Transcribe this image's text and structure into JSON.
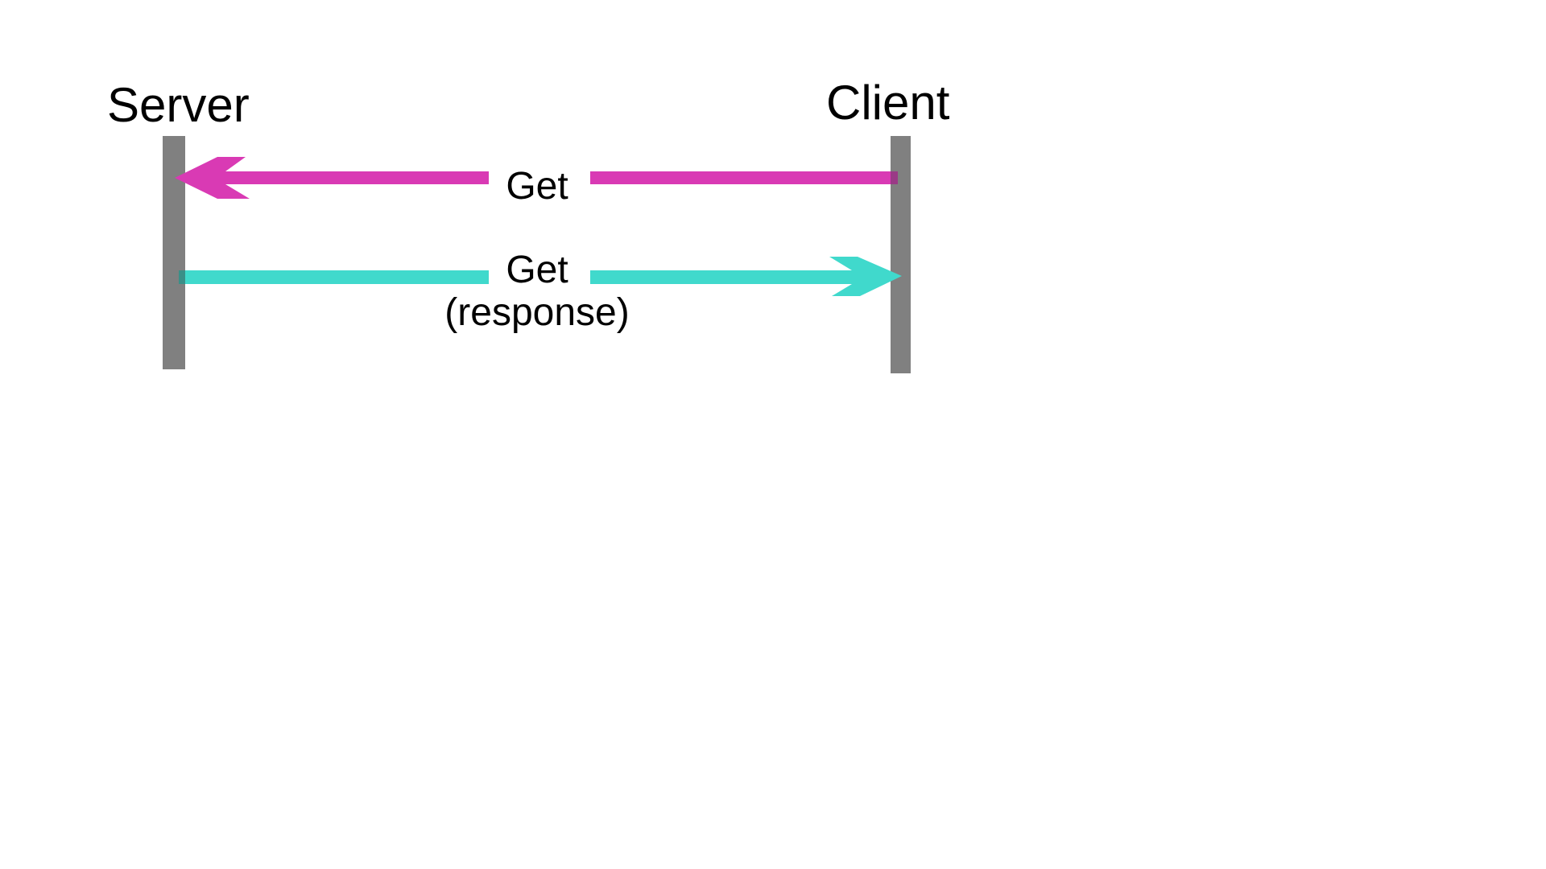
{
  "participants": {
    "server": "Server",
    "client": "Client"
  },
  "messages": [
    {
      "id": "get-request",
      "label": "Get",
      "from": "Client",
      "to": "Server",
      "color": "#d93ab4"
    },
    {
      "id": "get-response",
      "label_line1": "Get",
      "label_line2": "(response)",
      "from": "Server",
      "to": "Client",
      "color": "#40d9cc"
    }
  ],
  "colors": {
    "lifeline": "#808080",
    "text": "#000000",
    "background": "#ffffff"
  }
}
